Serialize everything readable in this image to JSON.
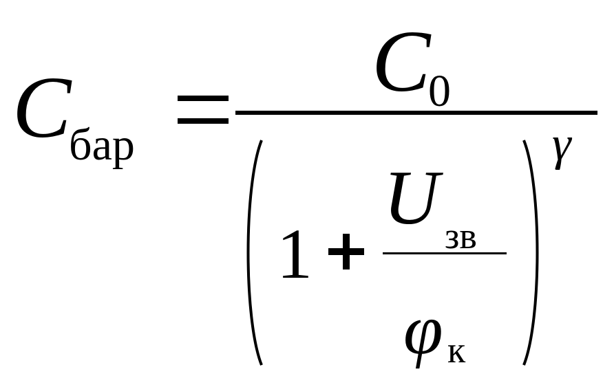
{
  "formula": {
    "lhs": {
      "symbol": "C",
      "subscript": "бар"
    },
    "equals": "=",
    "rhs": {
      "numerator": {
        "symbol": "C",
        "subscript": "0"
      },
      "denominator": {
        "left_paren": "(",
        "one": "1",
        "plus": "+",
        "inner_fraction": {
          "numerator": {
            "symbol": "U",
            "subscript": "зв"
          },
          "denominator": {
            "symbol": "φ",
            "subscript": "к"
          }
        },
        "right_paren": ")",
        "exponent": "γ"
      }
    }
  },
  "colors": {
    "background": "#ffffff",
    "ink": "#000000"
  }
}
